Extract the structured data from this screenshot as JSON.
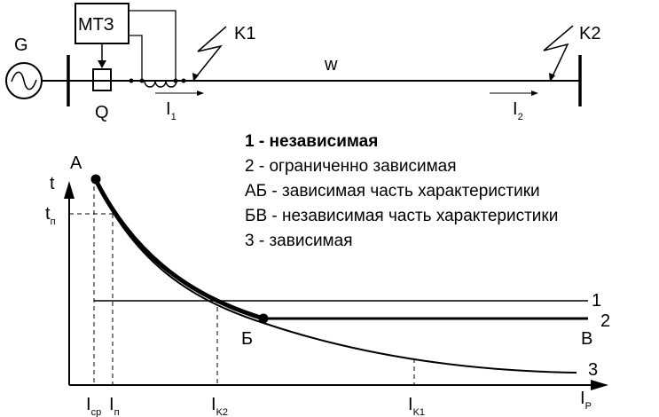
{
  "schematic": {
    "generator_label": "G",
    "protection_label": "МТЗ",
    "breaker_label": "Q",
    "line_label": "w",
    "fault1_label": "K1",
    "fault2_label": "K2",
    "current1": {
      "main": "I",
      "sub": "1"
    },
    "current2": {
      "main": "I",
      "sub": "2"
    }
  },
  "graph": {
    "t_axis_label": "t",
    "tp_label": {
      "main": "t",
      "sub": "п"
    },
    "point_a": "A",
    "point_b": "Б",
    "point_v": "В",
    "curve_labels": [
      "1",
      "2",
      "3"
    ],
    "x_labels": [
      {
        "main": "I",
        "sub": "ср"
      },
      {
        "main": "I",
        "sub": "п"
      },
      {
        "main": "I",
        "sub": "K2"
      },
      {
        "main": "I",
        "sub": "K1"
      }
    ],
    "x_axis_label": {
      "main": "I",
      "sub": "Р"
    }
  },
  "legend": [
    {
      "key": "1",
      "text": " - независимая"
    },
    {
      "key": "2",
      "text": " - ограниченно зависимая"
    },
    {
      "key": "АБ",
      "text": " - зависимая часть характеристики"
    },
    {
      "key": "БВ",
      "text": " - независимая часть характеристики"
    },
    {
      "key": "3",
      "text": " - зависимая"
    }
  ],
  "colors": {
    "ink": "#000000",
    "background": "#ffffff"
  }
}
